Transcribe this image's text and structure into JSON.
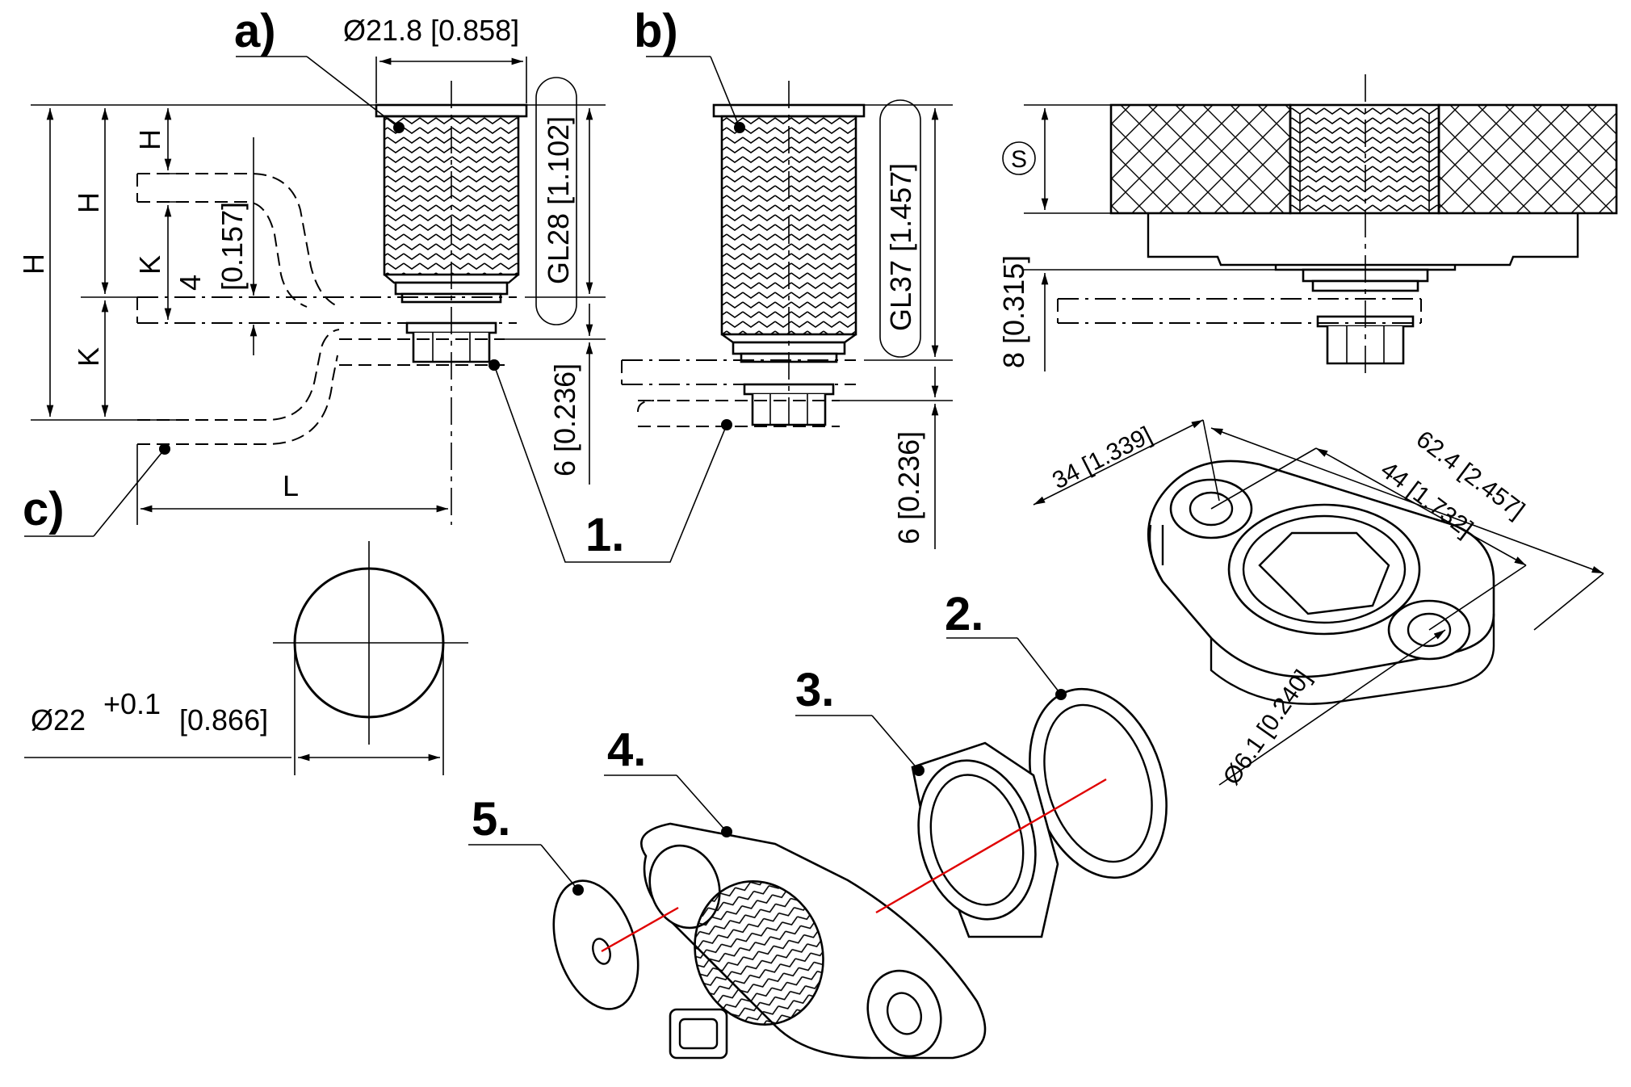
{
  "labels": {
    "a": "a)",
    "b": "b)",
    "c": "c)",
    "p1": "1.",
    "p2": "2.",
    "p3": "3.",
    "p4": "4.",
    "p5": "5."
  },
  "dimensions": {
    "d_outer": "Ø21.8 [0.858]",
    "gl28": "GL28 [1.102]",
    "gl37": "GL37 [1.457]",
    "six_a": "6 [0.236]",
    "six_b": "6 [0.236]",
    "eight": "8 [0.315]",
    "four": "4",
    "four_in": "[0.157]",
    "H": "H",
    "K": "K",
    "L": "L",
    "s_mark": "S",
    "hole_dia": "Ø22",
    "hole_tol": "+0.1",
    "hole_in": "[0.866]",
    "w34": "34 [1.339]",
    "w624": "62.4 [2.457]",
    "w44": "44 [1.732]",
    "d61": "Ø6.1 [0.240]"
  }
}
